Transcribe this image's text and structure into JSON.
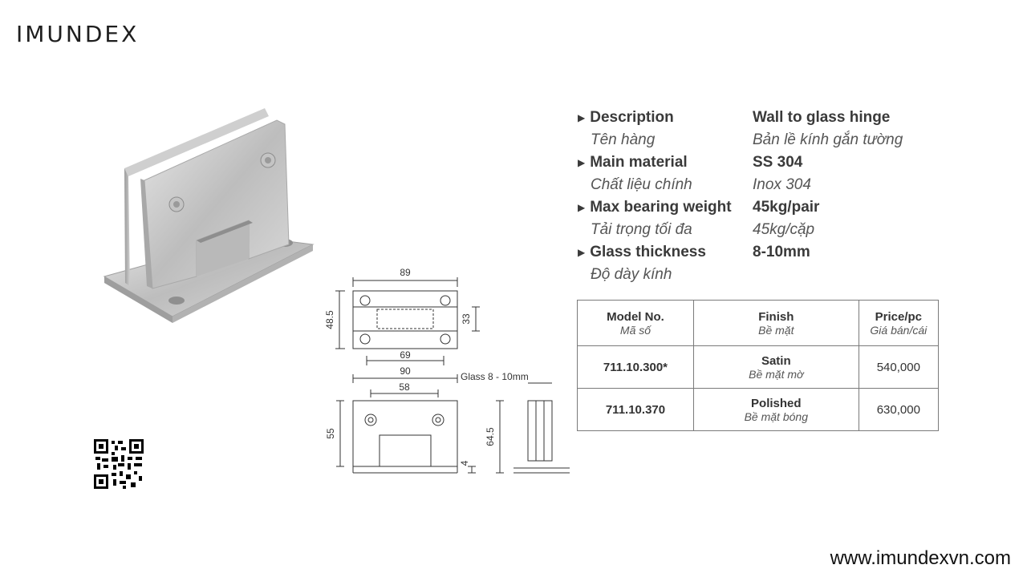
{
  "brand": {
    "logo": "IMUNDEX",
    "website": "www.imundexvn.com"
  },
  "specs": [
    {
      "label": "Description",
      "label_vi": "Tên hàng",
      "value": "Wall to glass hinge",
      "value_vi": "Bản lề kính gắn tường"
    },
    {
      "label": "Main material",
      "label_vi": "Chất liệu chính",
      "value": "SS 304",
      "value_vi": "Inox 304"
    },
    {
      "label": "Max bearing weight",
      "label_vi": "Tải trọng tối đa",
      "value": "45kg/pair",
      "value_vi": "45kg/cặp"
    },
    {
      "label": "Glass thickness",
      "label_vi": "Độ dày kính",
      "value": "8-10mm",
      "value_vi": ""
    }
  ],
  "table": {
    "headers": [
      {
        "en": "Model No.",
        "vi": "Mã số"
      },
      {
        "en": "Finish",
        "vi": "Bề mặt"
      },
      {
        "en": "Price/pc",
        "vi": "Giá bán/cái"
      }
    ],
    "rows": [
      {
        "model": "711.10.300*",
        "finish": "Satin",
        "finish_vi": "Bề mặt mờ",
        "price": "540,000"
      },
      {
        "model": "711.10.370",
        "finish": "Polished",
        "finish_vi": "Bề mặt bóng",
        "price": "630,000"
      }
    ]
  },
  "drawing": {
    "top_width": "89",
    "top_height": "48.5",
    "top_inner": "33",
    "top_bottom": "69",
    "front_width": "90",
    "front_inner": "58",
    "front_height": "55",
    "base_thickness": "4",
    "glass_note": "Glass 8 - 10mm",
    "side_height": "64.5"
  },
  "icons": {
    "spec_bullet": "triangle-right-icon",
    "qr": "qr-code-icon"
  }
}
